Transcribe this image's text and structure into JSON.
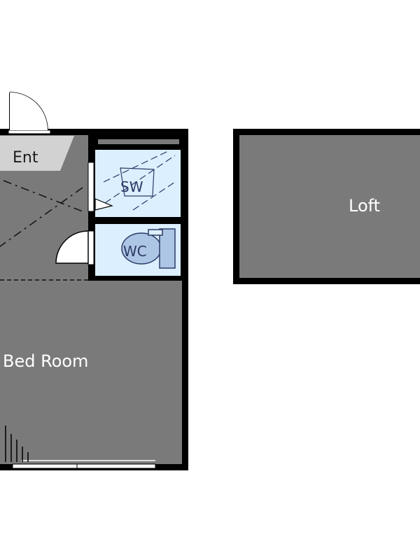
{
  "plan": {
    "colors": {
      "room_fill": "#7a7a7a",
      "wall": "#000000",
      "wet_area_fill": "#dcefff",
      "fixture_stroke": "#2c3b66",
      "entry_fill": "#d2d2d2",
      "label_on_dark": "#ffffff",
      "label_on_light": "#1a1a1a"
    },
    "rooms": {
      "entrance": "Ent",
      "shower": "SW",
      "toilet": "WC",
      "bedroom": "Bed Room",
      "loft": "Loft"
    }
  }
}
